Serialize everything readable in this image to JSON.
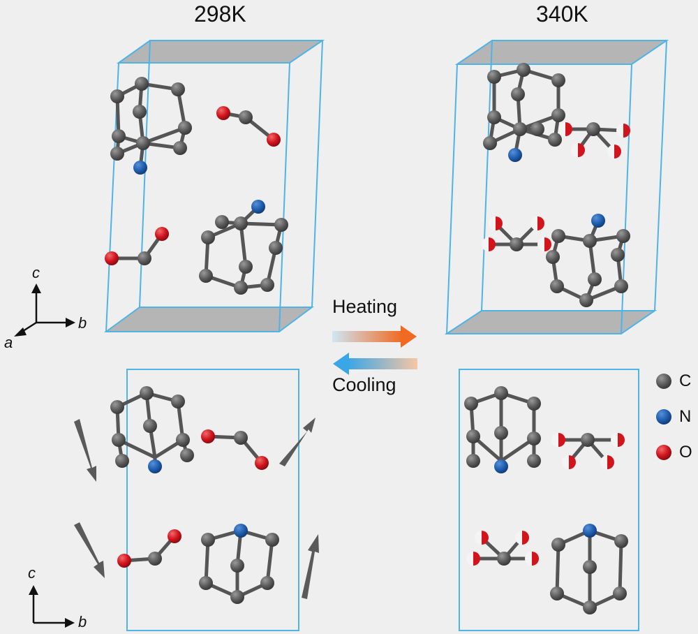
{
  "panels": {
    "left_title": "298K",
    "right_title": "340K"
  },
  "transition": {
    "heating_label": "Heating",
    "cooling_label": "Cooling"
  },
  "axes_3d": {
    "a": "a",
    "b": "b",
    "c": "c"
  },
  "axes_2d": {
    "b": "b",
    "c": "c"
  },
  "legend": [
    {
      "symbol": "C",
      "color": "#5a5a5a"
    },
    {
      "symbol": "N",
      "color": "#1f5fb0"
    },
    {
      "symbol": "O",
      "color": "#d2141d"
    }
  ],
  "colors": {
    "cell_edge": "#4fb3e8",
    "cell_face": "#b4b4b4",
    "carbon": "#5a5a5a",
    "nitrogen": "#1f5fb0",
    "oxygen": "#d2141d",
    "heating_arrow": "#f06a22",
    "cooling_arrow": "#3aa6e6"
  }
}
